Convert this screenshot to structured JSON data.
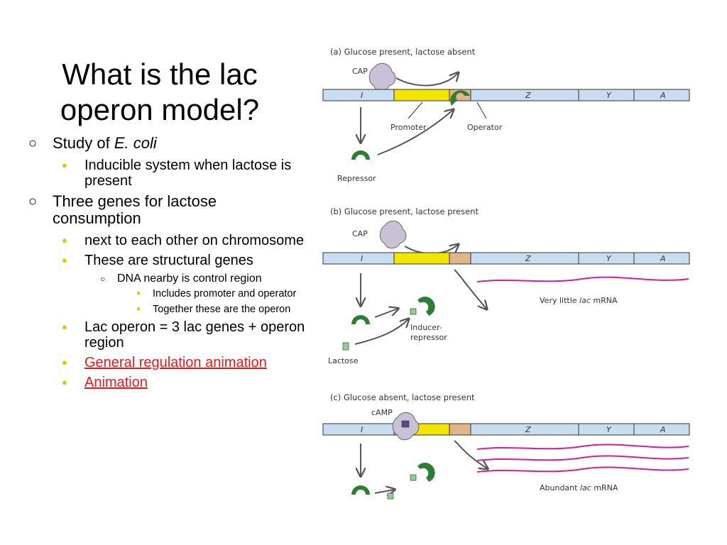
{
  "slide": {
    "title": "What is the lac operon model?",
    "outline": [
      {
        "level": 1,
        "text": "Study of ",
        "emph": "E. coli"
      },
      {
        "level": 2,
        "text": "Inducible system when lactose is present"
      },
      {
        "level": 1,
        "text": "Three genes for lactose consumption"
      },
      {
        "level": 2,
        "text": "next to each other on chromosome"
      },
      {
        "level": 2,
        "text": "These are structural genes"
      },
      {
        "level": 3,
        "text": "DNA nearby is control region"
      },
      {
        "level": 4,
        "text": "Includes promoter and operator"
      },
      {
        "level": 4,
        "text": "Together these are the operon"
      },
      {
        "level": 2,
        "text": "Lac operon = 3 lac genes + operon region"
      },
      {
        "level": 2,
        "text": "General regulation animation",
        "link": true
      },
      {
        "level": 2,
        "text": "Animation",
        "link": true
      }
    ]
  },
  "diagram": {
    "genes": [
      "I",
      "Z",
      "Y",
      "A"
    ],
    "panel_a": {
      "caption": "(a) Glucose present, lactose absent",
      "cap": "CAP",
      "promoter": "Promoter",
      "operator": "Operator",
      "repressor": "Repressor"
    },
    "panel_b": {
      "caption": "(b) Glucose present, lactose present",
      "cap": "CAP",
      "mrna_pre": "Very little ",
      "mrna_em": "lac",
      "mrna_post": " mRNA",
      "inducer_1": "Inducer-",
      "inducer_2": "repressor",
      "lactose": "Lactose"
    },
    "panel_c": {
      "caption": "(c) Glucose absent, lactose present",
      "camp": "cAMP",
      "mrna_pre": "Abundant ",
      "mrna_em": "lac",
      "mrna_post": " mRNA"
    },
    "colors": {
      "dna": "#c8ddf0",
      "promoter": "#f2e600",
      "operator": "#e0b48c",
      "repressor": "#2e7d32",
      "cap": "#c9c2d6",
      "mrna": "#d4208e",
      "lactose": "#8fcf8f"
    }
  }
}
